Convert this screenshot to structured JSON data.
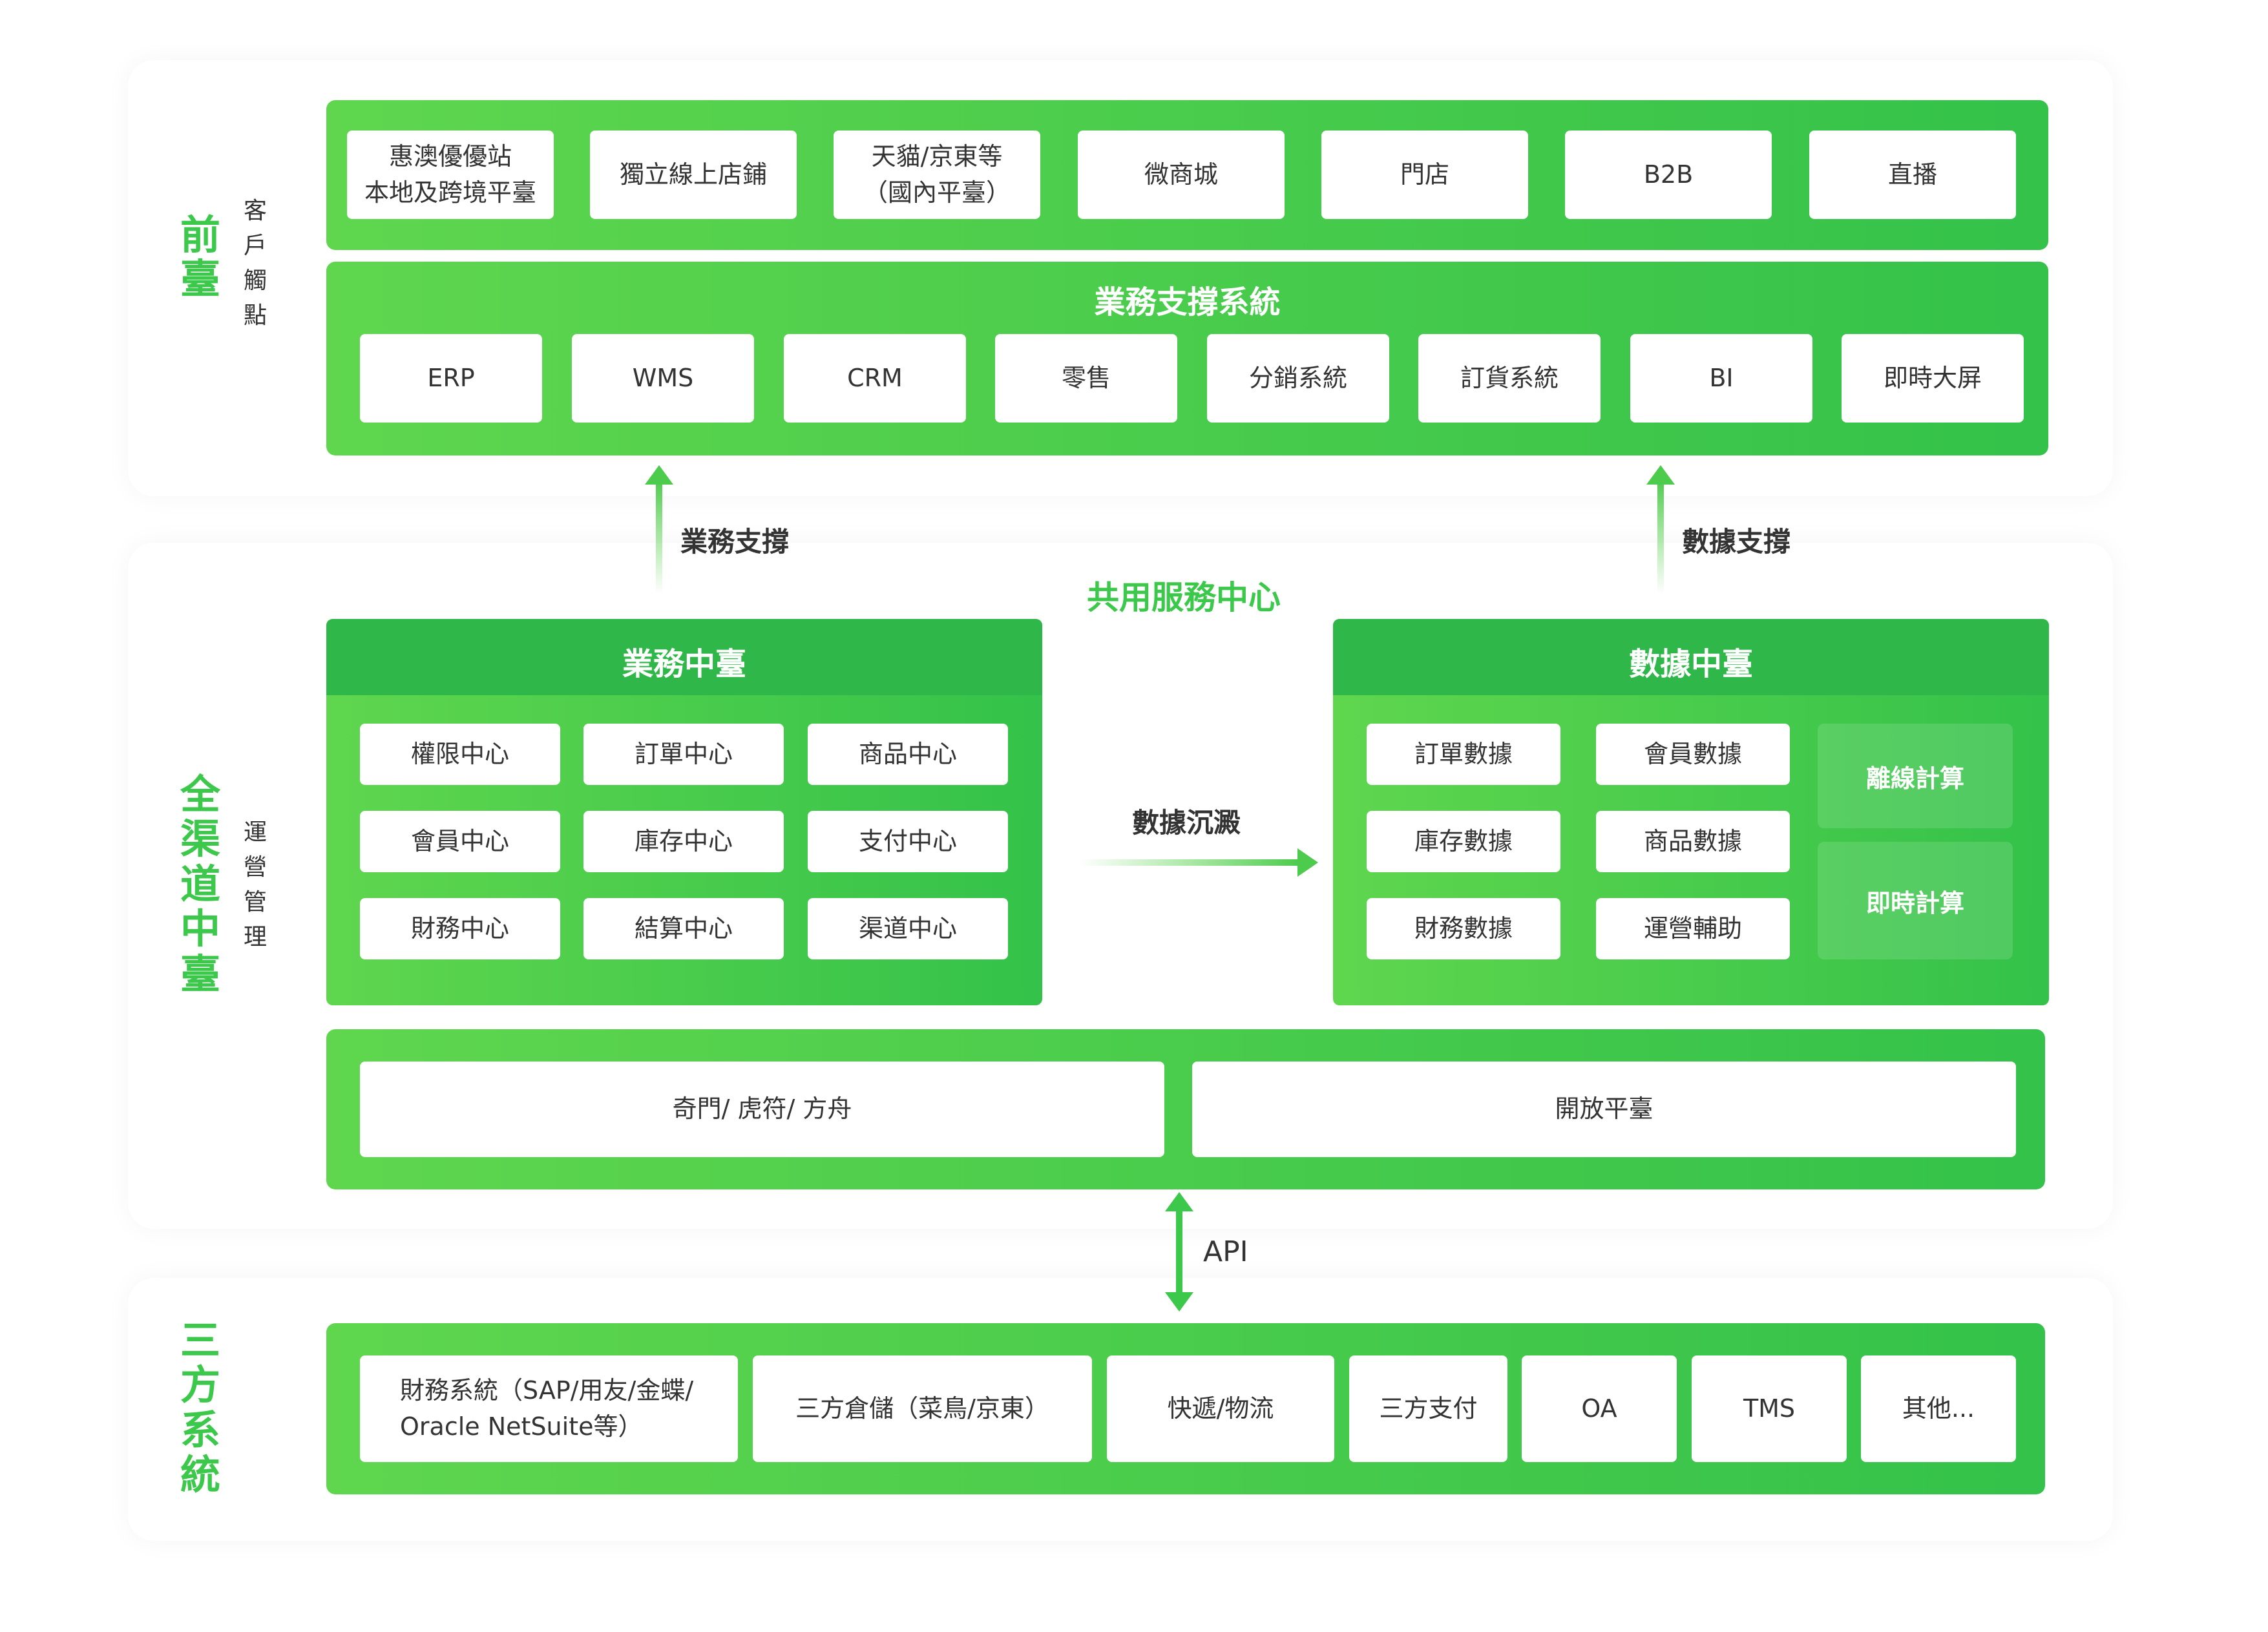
{
  "front": {
    "title": "前\n臺",
    "subtitle": "客\n戶\n觸\n點",
    "touchpoints": [
      "惠澳優優站\n本地及跨境平臺",
      "獨立線上店鋪",
      "天貓/京東等\n（國內平臺）",
      "微商城",
      "門店",
      "B2B",
      "直播"
    ],
    "support_title": "業務支撐系統",
    "support_items": [
      "ERP",
      "WMS",
      "CRM",
      "零售",
      "分銷系統",
      "訂貨系統",
      "BI",
      "即時大屏"
    ]
  },
  "arrows": {
    "business_support": "業務支撐",
    "data_support": "數據支撐",
    "data_deposit": "數據沉澱",
    "api": "API"
  },
  "middle": {
    "title": "全\n渠\n道\n中\n臺",
    "subtitle": "運\n營\n管\n理",
    "shared_center": "共用服務中心",
    "business_platform": {
      "title": "業務中臺",
      "items": [
        "權限中心",
        "訂單中心",
        "商品中心",
        "會員中心",
        "庫存中心",
        "支付中心",
        "財務中心",
        "結算中心",
        "渠道中心"
      ]
    },
    "data_platform": {
      "title": "數據中臺",
      "items": [
        "訂單數據",
        "會員數據",
        "庫存數據",
        "商品數據",
        "財務數據",
        "運營輔助"
      ],
      "compute": [
        "離線計算",
        "即時計算"
      ]
    },
    "bottom_left": "奇門/ 虎符/ 方舟",
    "bottom_right": "開放平臺"
  },
  "third_party": {
    "title": "三\n方\n系\n統",
    "items": [
      "財務系統（SAP/用友/金蝶/\nOracle NetSuite等）",
      "三方倉儲（菜鳥/京東）",
      "快遞/物流",
      "三方支付",
      "OA",
      "TMS",
      "其他..."
    ]
  },
  "colors": {
    "accent": "#3cc84a",
    "gradient_start": "#5fd64e",
    "gradient_end": "#34c24a"
  }
}
